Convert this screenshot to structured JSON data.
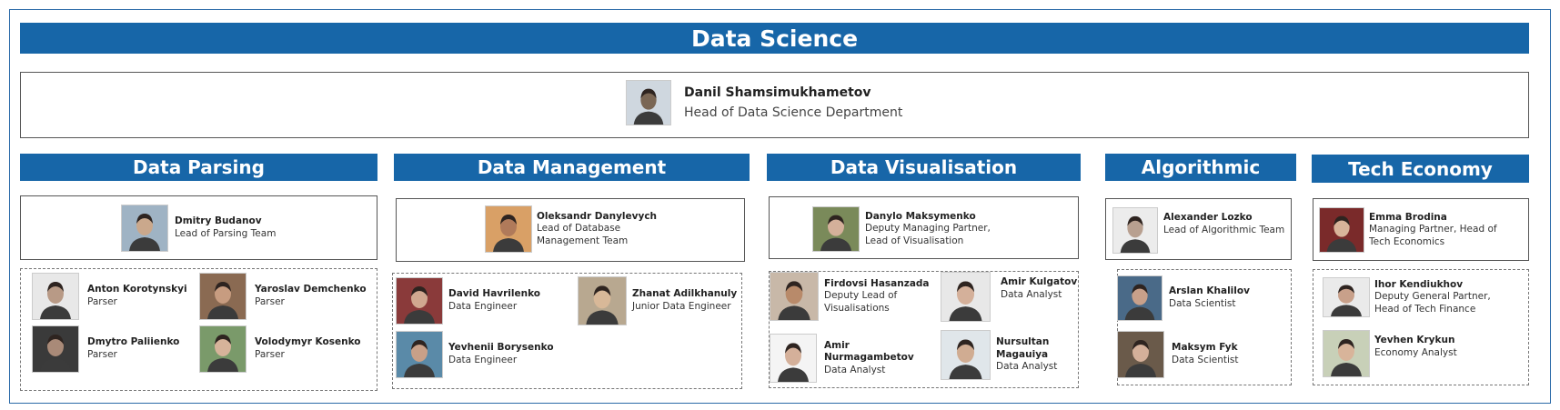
{
  "title": "Data Science",
  "head": {
    "name": "Danil Shamsimukhametov",
    "role": "Head of Data Science Department"
  },
  "sections": {
    "parsing": {
      "title": "Data Parsing",
      "lead": {
        "name": "Dmitry Budanov",
        "role": "Lead of Parsing Team"
      },
      "members": [
        {
          "name": "Anton Korotynskyi",
          "role": "Parser"
        },
        {
          "name": "Yaroslav Demchenko",
          "role": "Parser"
        },
        {
          "name": "Dmytro Paliienko",
          "role": "Parser"
        },
        {
          "name": "Volodymyr Kosenko",
          "role": "Parser"
        }
      ]
    },
    "management": {
      "title": "Data Management",
      "lead": {
        "name": "Oleksandr Danylevych",
        "role": "Lead of Database Management Team"
      },
      "members": [
        {
          "name": "David Havrilenko",
          "role": "Data Engineer"
        },
        {
          "name": "Zhanat Adilkhanuly",
          "role": "Junior Data Engineer"
        },
        {
          "name": "Yevhenii Borysenko",
          "role": "Data Engineer"
        }
      ]
    },
    "visualisation": {
      "title": "Data Visualisation",
      "lead": {
        "name": "Danylo Maksymenko",
        "role": "Deputy Managing Partner, Lead of Visualisation"
      },
      "members": [
        {
          "name": "Firdovsi Hasanzada",
          "role": "Deputy  Lead of Visualisations"
        },
        {
          "name": "Amir Kulgatov",
          "role": "Data Analyst"
        },
        {
          "name": "Amir Nurmagambetov",
          "role": "Data Analyst"
        },
        {
          "name": "Nursultan Magauiya",
          "role": "Data Analyst"
        }
      ]
    },
    "algorithmic": {
      "title": "Algorithmic",
      "lead": {
        "name": "Alexander Lozko",
        "role": "Lead of Algorithmic Team"
      },
      "members": [
        {
          "name": "Arslan Khalilov",
          "role": "Data Scientist"
        },
        {
          "name": "Maksym Fyk",
          "role": "Data Scientist"
        }
      ]
    },
    "economy": {
      "title": "Tech Economy",
      "lead": {
        "name": "Emma Brodina",
        "role": "Managing Partner, Head of Tech Economics"
      },
      "members": [
        {
          "name": "Ihor Kendiukhov",
          "role": "Deputy General Partner, Head of Tech Finance"
        },
        {
          "name": "Yevhen Krykun",
          "role": "Economy Analyst"
        }
      ]
    }
  },
  "colors": {
    "banner": "#1766a8",
    "banner_text": "#ffffff"
  }
}
